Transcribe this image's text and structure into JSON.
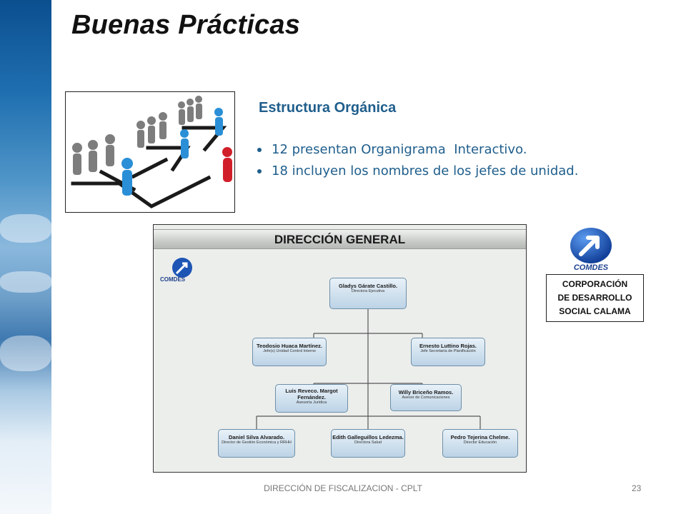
{
  "slide": {
    "title": "Buenas Prácticas",
    "section_heading": "Estructura Orgánica",
    "bullets": [
      "12 presentan Organigrama  Interactivo.",
      "18 incluyen los nombres de los jefes de unidad."
    ],
    "footer": "DIRECCIÓN DE FISCALIZACION - CPLT",
    "page_number": "23"
  },
  "org_chart": {
    "banner": "DIRECCIÓN GENERAL",
    "logo_text": "COMDES",
    "boxes": [
      {
        "name": "Gladys Gárate Castillo.",
        "role": "Directora Ejecutiva"
      },
      {
        "name": "Teodosio Huaca Martínez.",
        "role": "Jefe(s) Unidad Control Interno"
      },
      {
        "name": "Ernesto Luttino Rojas.",
        "role": "Jefe Secretaría de Planificación"
      },
      {
        "name": "Luis Reveco. Margot Fernández.",
        "role": "Asesoría Jurídica"
      },
      {
        "name": "Willy Briceño Ramos.",
        "role": "Asesor de Comunicaciones"
      },
      {
        "name": "Daniel Silva Alvarado.",
        "role": "Director de Gestión Económica y RRHH"
      },
      {
        "name": "Edith Galleguillos Ledezma.",
        "role": "Directora Salud"
      },
      {
        "name": "Pedro Tejerina Chelme.",
        "role": "Director Educación"
      }
    ]
  },
  "organization": {
    "logo_text": "COMDES",
    "caption_lines": [
      "CORPORACIÓN",
      "DE DESARROLLO",
      "SOCIAL CALAMA"
    ]
  },
  "colors": {
    "heading": "#1f5e8c",
    "person_gray": "#7a7a7a",
    "person_blue": "#2a8fd6",
    "person_red": "#d11f2a",
    "logo_blue": "#1d55b5"
  }
}
